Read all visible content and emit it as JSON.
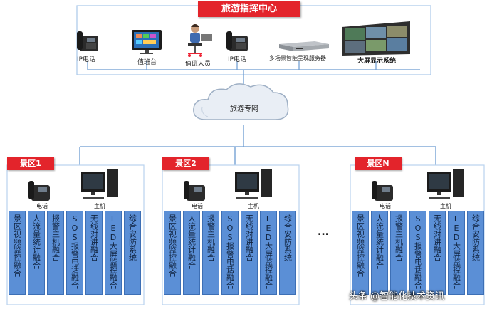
{
  "center": {
    "title": "旅游指挥中心",
    "devices": [
      {
        "label": "IP电话",
        "icon": "ip-phone-icon"
      },
      {
        "label": "值班台",
        "icon": "monitor-icon"
      },
      {
        "label": "值班人员",
        "icon": "operator-icon"
      },
      {
        "label": "IP电话",
        "icon": "ip-phone-icon"
      },
      {
        "label": "多场景智能呈现服务器",
        "icon": "rack-server-icon"
      },
      {
        "label": "大屏显示系统",
        "icon": "video-wall-icon"
      }
    ]
  },
  "network": {
    "label": "旅游专网",
    "icon": "cloud-icon"
  },
  "zones": [
    {
      "title": "景区1",
      "phone_label": "电话",
      "host_label": "主机",
      "modules": [
        "景区视频监控融合",
        "人流量统计融合",
        "报警主机融合",
        "SOS报警电话融合",
        "无线对讲融合",
        "LED大屏监控融合",
        "综合安防系统"
      ]
    },
    {
      "title": "景区2",
      "phone_label": "电话",
      "host_label": "主机",
      "modules": [
        "景区视频监控融合",
        "人流量统计融合",
        "报警主机融合",
        "SOS报警电话融合",
        "无线对讲融合",
        "LED大屏监控融合",
        "综合安防系统"
      ]
    },
    {
      "title": "景区N",
      "phone_label": "电话",
      "host_label": "主机",
      "modules": [
        "景区视频监控融合",
        "人流量统计融合",
        "报警主机融合",
        "SOS报警电话融合",
        "无线对讲融合",
        "LED大屏监控融合",
        "综合安防系统"
      ]
    }
  ],
  "ellipsis": "...",
  "watermark": "头条 @智能化技术资讯",
  "colors": {
    "accent": "#e3242b",
    "tile": "#5b8fd6",
    "line": "#6b9bd1"
  }
}
